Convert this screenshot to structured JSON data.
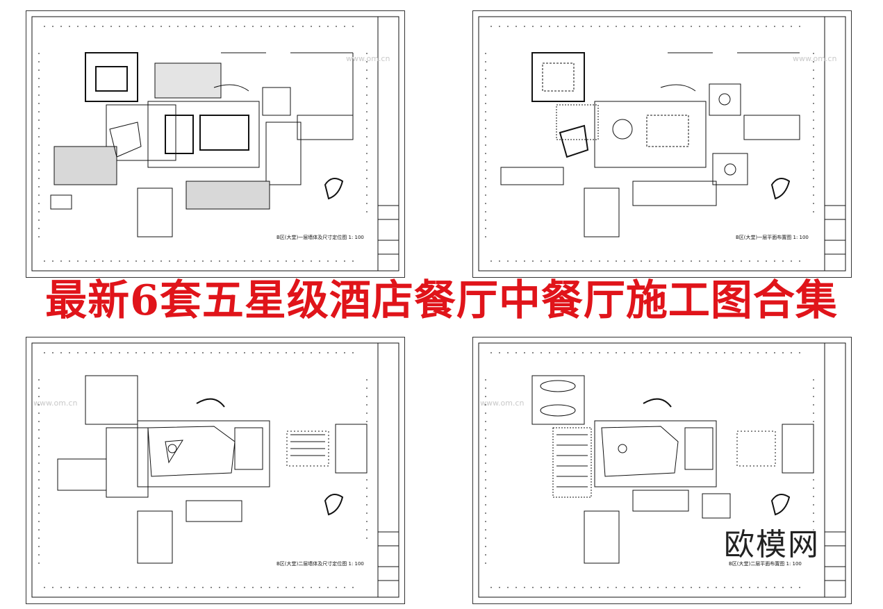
{
  "headline": "最新6套五星级酒店餐厅中餐厅施工图合集",
  "brand": "欧模网",
  "watermark": "www.om.cn",
  "drawings": [
    {
      "caption": "B区(大堂)一层墙体及尺寸定位图   1: 100"
    },
    {
      "caption": "B区(大堂)一层平面布置图   1: 100"
    },
    {
      "caption": "B区(大堂)二层墙体及尺寸定位图   1: 100"
    },
    {
      "caption": "B区(大堂)二层平面布置图   1: 100"
    }
  ],
  "colors": {
    "title": "#e0141a",
    "line": "#111111",
    "watermark": "#c9c9c9"
  }
}
